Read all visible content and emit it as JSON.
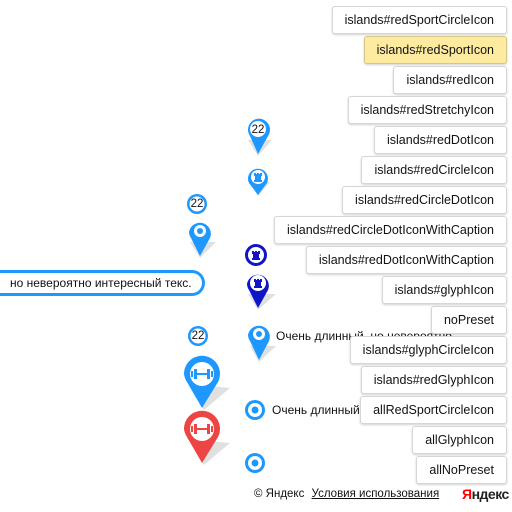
{
  "controls": {
    "buttons": [
      {
        "label": "islands#redSportCircleIcon",
        "selected": false
      },
      {
        "label": "islands#redSportIcon",
        "selected": true
      },
      {
        "label": "islands#redIcon",
        "selected": false
      },
      {
        "label": "islands#redStretchyIcon",
        "selected": false
      },
      {
        "label": "islands#redDotIcon",
        "selected": false
      },
      {
        "label": "islands#redCircleIcon",
        "selected": false
      },
      {
        "label": "islands#redCircleDotIcon",
        "selected": false
      },
      {
        "label": "islands#redCircleDotIconWithCaption",
        "selected": false
      },
      {
        "label": "islands#redDotIconWithCaption",
        "selected": false
      },
      {
        "label": "islands#glyphIcon",
        "selected": false
      },
      {
        "label": "noPreset",
        "selected": false
      },
      {
        "label": "islands#glyphCircleIcon",
        "selected": false
      },
      {
        "label": "islands#redGlyphIcon",
        "selected": false
      },
      {
        "label": "allRedSportCircleIcon",
        "selected": false
      },
      {
        "label": "allGlyphIcon",
        "selected": false
      },
      {
        "label": "allNoPreset",
        "selected": false
      }
    ],
    "selected_color": "#ffeba0"
  },
  "map": {
    "markers": {
      "count_label_1": "22",
      "count_label_2": "22",
      "count_label_3": "22",
      "balloon_text": "но невероятно интересный текс.",
      "caption_1": "Очень длинный, но невероятно",
      "caption_2": "Очень длинный",
      "colors": {
        "blue": "#1e98ff",
        "darkblue": "#0e16c8",
        "red": "#ed4543"
      },
      "glyphs": [
        "rook-icon",
        "dumbbell-icon"
      ]
    }
  },
  "footer": {
    "copyright": "© Яндекс",
    "terms_link": "Условия использования",
    "logo_letter": "Я",
    "logo_rest": "ндекс"
  }
}
